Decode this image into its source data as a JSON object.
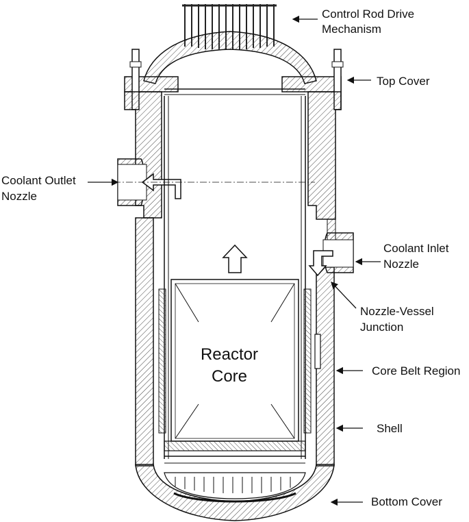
{
  "labels": {
    "control_rod_line1": "Control Rod Drive",
    "control_rod_line2": "Mechanism",
    "top_cover": "Top Cover",
    "coolant_outlet_line1": "Coolant Outlet",
    "coolant_outlet_line2": "Nozzle",
    "coolant_inlet_line1": "Coolant Inlet",
    "coolant_inlet_line2": "Nozzle",
    "nozzle_vessel_line1": "Nozzle-Vessel",
    "nozzle_vessel_line2": "Junction",
    "core_belt": "Core Belt Region",
    "shell": "Shell",
    "bottom_cover": "Bottom Cover",
    "reactor_core_line1": "Reactor",
    "reactor_core_line2": "Core"
  },
  "colors": {
    "line": "#1a1a1a",
    "hatch": "#444444",
    "background": "#ffffff"
  }
}
